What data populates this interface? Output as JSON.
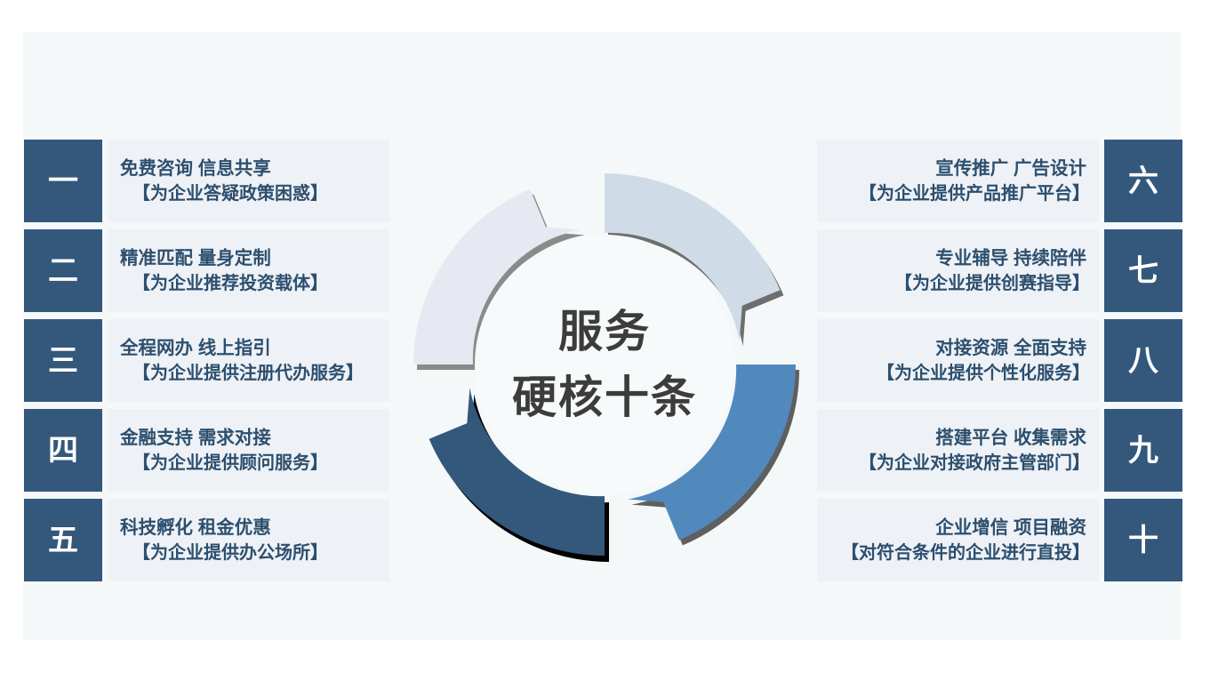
{
  "slide": {
    "background": "#ffffff",
    "panel_background": "#f4f8f9"
  },
  "center": {
    "title_line1": "服务",
    "title_line2": "硬核十条",
    "title_color": "#3c3c3c"
  },
  "ring": {
    "segments": [
      {
        "name": "segment-top-left",
        "color": "#e6e9f2",
        "shadow": "#808080"
      },
      {
        "name": "segment-top-right",
        "color": "#cfdce8",
        "shadow": "#6e6e6e"
      },
      {
        "name": "segment-bottom-right",
        "color": "#5189bd",
        "shadow": "#5f5f5f"
      },
      {
        "name": "segment-bottom-left",
        "color": "#33587c",
        "shadow": "#000000"
      }
    ]
  },
  "theme": {
    "tile_color": "#33587c",
    "tile_text_color": "#ffffff",
    "card_background": "#eef1f6",
    "card_text_color": "#2c4f6e"
  },
  "left_column": [
    {
      "number": "一",
      "headline": "免费咨询  信息共享",
      "detail": "【为企业答疑政策困惑】"
    },
    {
      "number": "二",
      "headline": "精准匹配  量身定制",
      "detail": "【为企业推荐投资载体】"
    },
    {
      "number": "三",
      "headline": "全程网办  线上指引",
      "detail": "【为企业提供注册代办服务】"
    },
    {
      "number": "四",
      "headline": "金融支持  需求对接",
      "detail": "【为企业提供顾问服务】"
    },
    {
      "number": "五",
      "headline": "科技孵化  租金优惠",
      "detail": "【为企业提供办公场所】"
    }
  ],
  "right_column": [
    {
      "number": "六",
      "headline": "宣传推广  广告设计",
      "detail": "【为企业提供产品推广平台】"
    },
    {
      "number": "七",
      "headline": "专业辅导  持续陪伴",
      "detail": "【为企业提供创赛指导】"
    },
    {
      "number": "八",
      "headline": "对接资源  全面支持",
      "detail": "【为企业提供个性化服务】"
    },
    {
      "number": "九",
      "headline": "搭建平台  收集需求",
      "detail": "【为企业对接政府主管部门】"
    },
    {
      "number": "十",
      "headline": "企业增信 项目融资",
      "detail": "【对符合条件的企业进行直投】"
    }
  ]
}
